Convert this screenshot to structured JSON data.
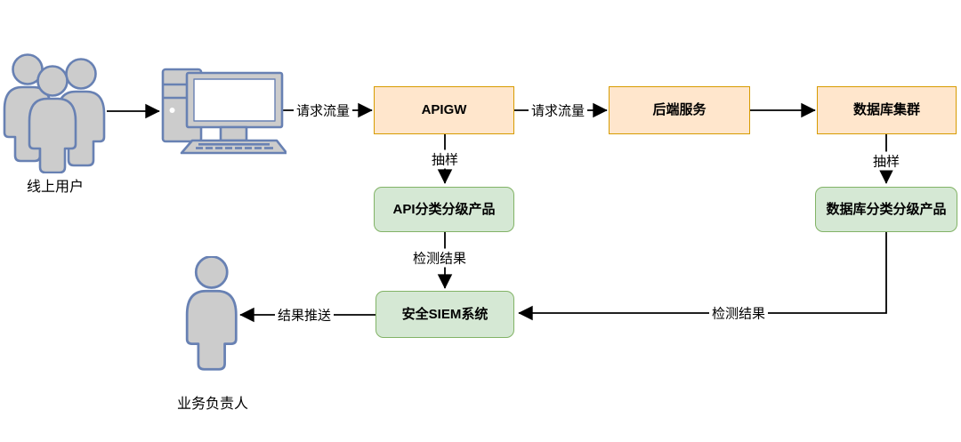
{
  "nodes": {
    "online_users": {
      "label": "线上用户"
    },
    "apigw": {
      "label": "APIGW"
    },
    "backend": {
      "label": "后端服务"
    },
    "db_cluster": {
      "label": "数据库集群"
    },
    "api_classify": {
      "label": "API分类分级产品"
    },
    "db_classify": {
      "label": "数据库分类分级产品"
    },
    "siem": {
      "label": "安全SIEM系统"
    },
    "biz_owner": {
      "label": "业务负责人"
    }
  },
  "edges": {
    "request_traffic_1": {
      "label": "请求流量"
    },
    "request_traffic_2": {
      "label": "请求流量"
    },
    "sampling_1": {
      "label": "抽样"
    },
    "sampling_2": {
      "label": "抽样"
    },
    "detect_result_1": {
      "label": "检测结果"
    },
    "detect_result_2": {
      "label": "检测结果"
    },
    "result_push": {
      "label": "结果推送"
    }
  },
  "icons": {
    "users_group": "users-group-icon",
    "computer": "desktop-computer-icon",
    "person": "person-icon"
  },
  "colors": {
    "orange_fill": "#FFE6CC",
    "orange_stroke": "#D79B00",
    "green_fill": "#D5E8D4",
    "green_stroke": "#82B366",
    "icon_fill": "#CCCCCC",
    "icon_stroke": "#6881B3",
    "line": "#000000",
    "background": "#FFFFFF"
  }
}
